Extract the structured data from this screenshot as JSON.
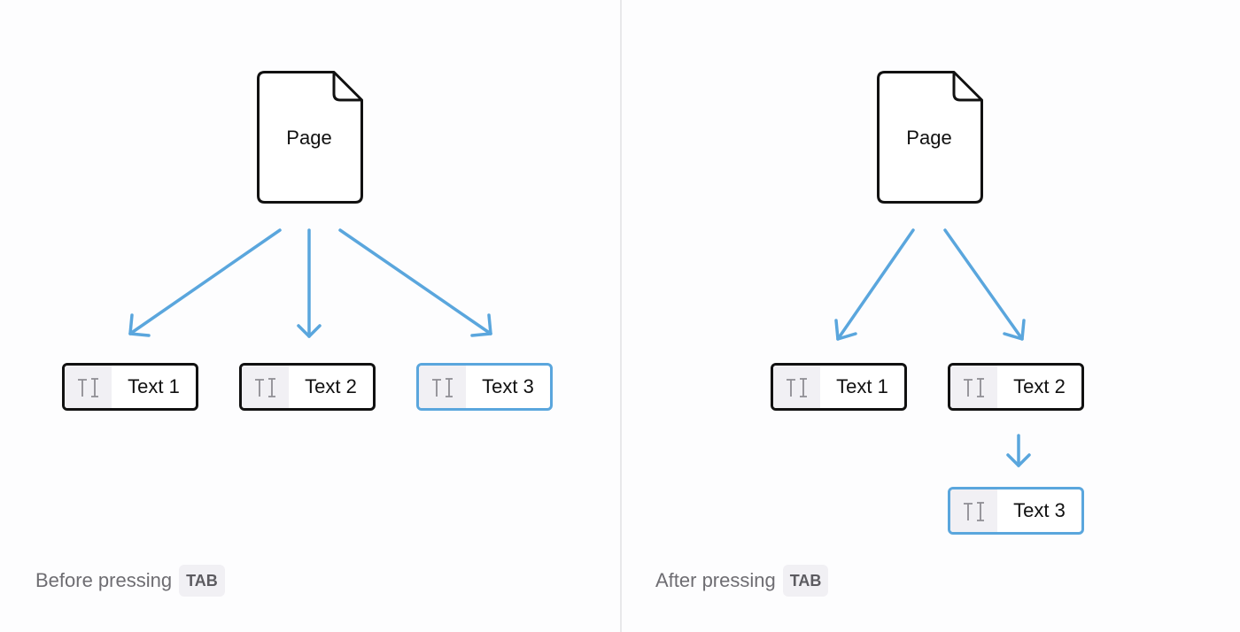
{
  "colors": {
    "arrow": "#5aa6dd",
    "selected_border": "#5aa6dd",
    "block_border": "#111111",
    "caption": "#6e6d72"
  },
  "icons": {
    "page": "page-icon",
    "text_block": "text-cursor-icon",
    "arrow": "arrow-down-icon"
  },
  "before": {
    "page_label": "Page",
    "blocks": [
      {
        "label": "Text 1",
        "selected": false
      },
      {
        "label": "Text 2",
        "selected": false
      },
      {
        "label": "Text 3",
        "selected": true
      }
    ],
    "caption": "Before pressing",
    "key": "TAB"
  },
  "after": {
    "page_label": "Page",
    "blocks": [
      {
        "label": "Text 1",
        "selected": false
      },
      {
        "label": "Text 2",
        "selected": false
      },
      {
        "label": "Text 3",
        "selected": true
      }
    ],
    "caption": "After pressing",
    "key": "TAB"
  }
}
